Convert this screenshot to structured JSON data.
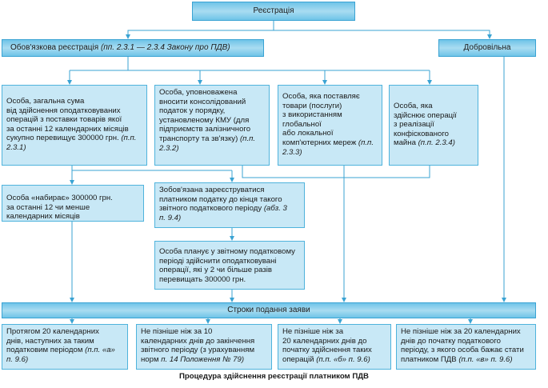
{
  "registration": "Реєстрація",
  "mandatory": {
    "label": "Обов'язкова реєстрація",
    "ref": "(пп. 2.3.1 — 2.3.4 Закону про ПДВ)"
  },
  "voluntary": "Добровільна",
  "cases": [
    {
      "text": "Особа, загальна сума\nвід здійснення оподатковуваних\nоперацій з поставки товарів якої\nза останні 12 календарних місяців\nсукупно перевищує 300000 грн.",
      "ref": "(п.п. 2.3.1)"
    },
    {
      "text": "Особа, уповноважена\nвносити консолідований\nподаток у порядку,\nустановленому КМУ (для\nпідприємств залізничного\nтранспорту та зв'язку)",
      "ref": "(п.п. 2.3.2)"
    },
    {
      "text": "Особа, яка поставляє\nтовари (послуги)\nз використанням\nглобальної\nабо локальної\nкомп'ютерних мереж",
      "ref": "(п.п. 2.3.3)"
    },
    {
      "text": "Особа, яка\nздійснює операції\nз реалізації\nконфіскованого\nмайна",
      "ref": "(п.п. 2.3.4)"
    }
  ],
  "gains": "Особа «набирає» 300000 грн.\nза останні 12 чи менше\nкалендарних місяців",
  "obliged": {
    "text": "Зобов'язана зареєструватися\nплатником податку до кінця такого\nзвітного податкового періоду",
    "ref": "(абз. 3\nп. 9.4)"
  },
  "plans": "Особа планує у звітному податковому\nперіоді здійснити оподатковувані\nоперації, які у 2 чи більше разів\nперевищать 300000 грн.",
  "deadlines": "Строки подання заяви",
  "terms": [
    {
      "text": "Протягом 20 календарних\nднів, наступних за таким\nподатковим періодом",
      "ref": "(п.п. «а»\nп. 9.6)"
    },
    {
      "text": "Не пізніше ніж за 10\nкалендарних днів до закінчення\nзвітного періоду (з урахуванням\nнорм",
      "ref": "п. 14 Положення № 79)"
    },
    {
      "text": "Не пізніше ніж за\n20 календарних днів до\nпочатку здійснення таких\nоперацій",
      "ref": "(п.п. «б» п. 9.6)"
    },
    {
      "text": "Не пізніше ніж за 20 календарних\nднів до початку податкового\nперіоду, з якого особа бажає стати\nплатником ПДВ",
      "ref": "(п.п. «в» п. 9.6)"
    }
  ],
  "caption": "Процедура здійснення реєстрації платником ПДВ"
}
